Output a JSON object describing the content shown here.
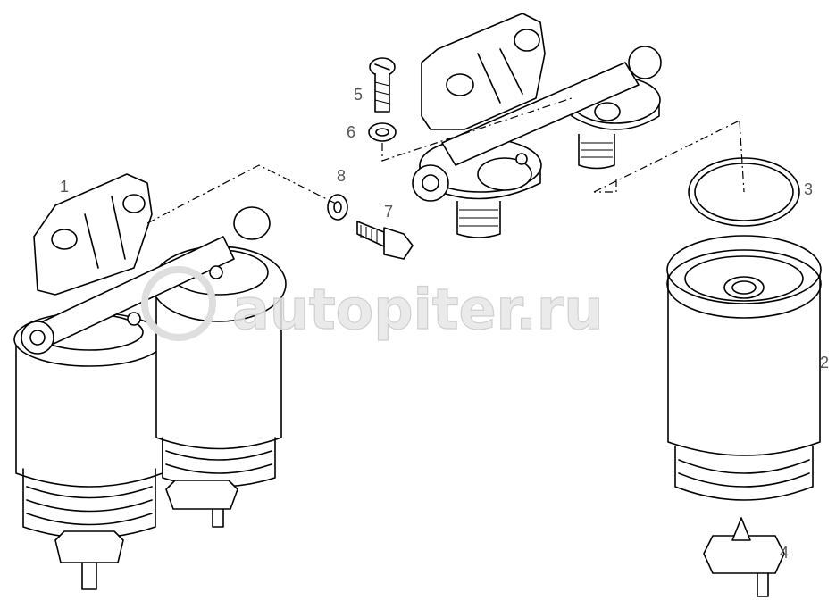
{
  "callouts": [
    "1",
    "2",
    "3",
    "4",
    "5",
    "6",
    "7",
    "8"
  ],
  "watermark": "autopiter.ru"
}
